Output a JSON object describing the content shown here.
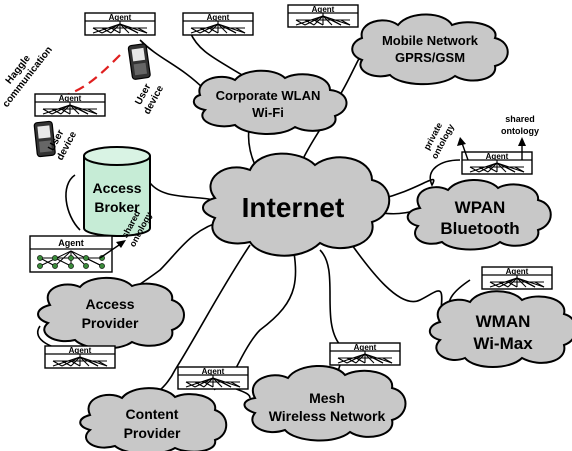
{
  "clouds": {
    "internet": "Internet",
    "corporate_l1": "Corporate WLAN",
    "corporate_l2": "Wi-Fi",
    "mobile_l1": "Mobile Network",
    "mobile_l2": "GPRS/GSM",
    "wpan_l1": "WPAN",
    "wpan_l2": "Bluetooth",
    "wman_l1": "WMAN",
    "wman_l2": "Wi-Max",
    "mesh_l1": "Mesh",
    "mesh_l2": "Wireless Network",
    "content_l1": "Content",
    "content_l2": "Provider",
    "access_provider_l1": "Access",
    "access_provider_l2": "Provider"
  },
  "broker": {
    "l1": "Access",
    "l2": "Broker"
  },
  "agent_label": "Agent",
  "labels": {
    "haggle_l1": "Haggle",
    "haggle_l2": "communication",
    "user_device_l1": "User",
    "user_device_l2": "device",
    "shared_l1": "shared",
    "shared_l2": "ontology",
    "private_l1": "private",
    "private_l2": "ontology"
  },
  "colors": {
    "cloud_fill": "#c8c8c8",
    "broker_fill": "#c6ecd6",
    "haggle_line": "#e02020",
    "agent_node": "#3a8a3a"
  }
}
